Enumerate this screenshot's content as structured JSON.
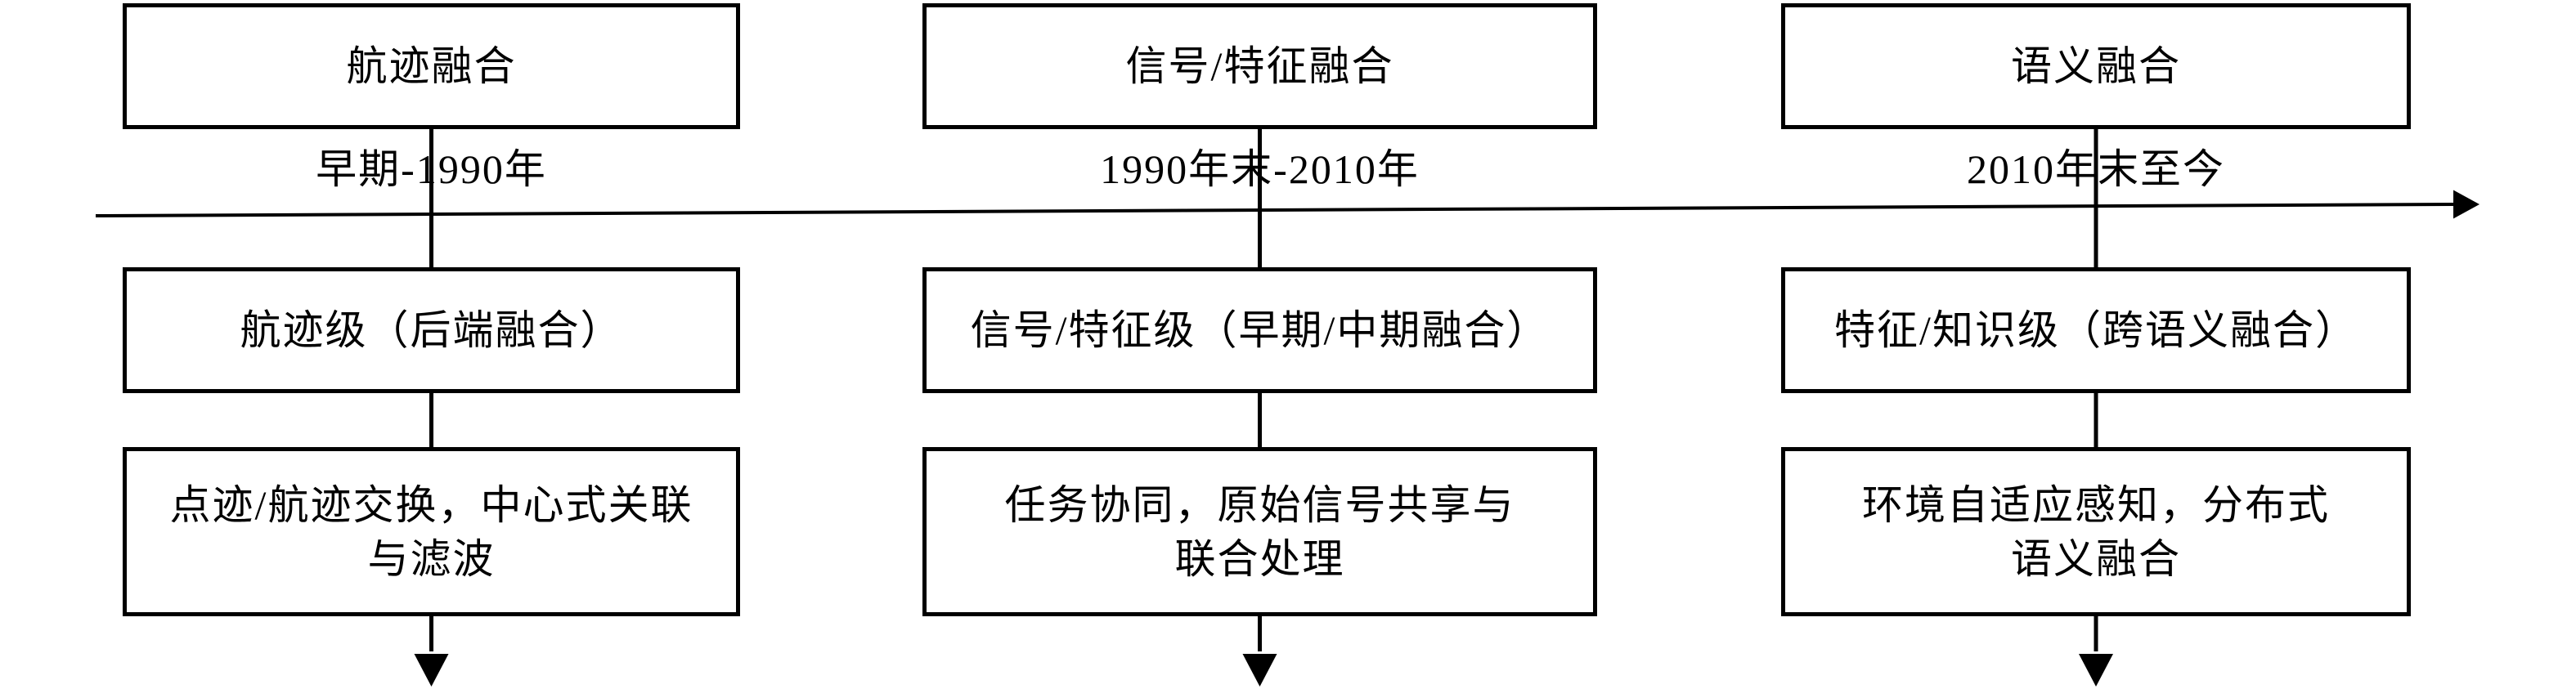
{
  "colors": {
    "line": "#000000",
    "background": "#ffffff",
    "text": "#000000"
  },
  "timeline": {
    "direction": "left-to-right",
    "arrowhead": "right"
  },
  "columns": [
    {
      "stage": "航迹融合",
      "period": "早期-1990年",
      "level": "航迹级（后端融合）",
      "description": "点迹/航迹交换，中心式关联\n与滤波"
    },
    {
      "stage": "信号/特征融合",
      "period": "1990年末-2010年",
      "level": "信号/特征级（早期/中期融合）",
      "description": "任务协同，原始信号共享与\n联合处理"
    },
    {
      "stage": "语义融合",
      "period": "2010年末至今",
      "level": "特征/知识级（跨语义融合）",
      "description": "环境自适应感知，分布式\n语义融合"
    }
  ]
}
